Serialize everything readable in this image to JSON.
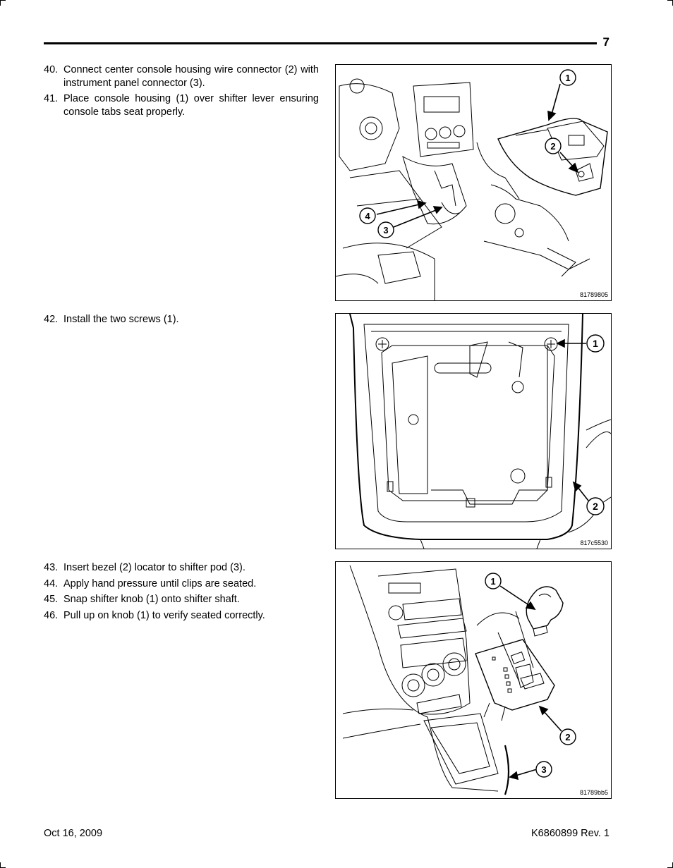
{
  "page_number": "7",
  "sections": [
    {
      "steps": [
        {
          "num": "40.",
          "text": "Connect center console housing wire connector (2) with instrument panel connector (3)."
        },
        {
          "num": "41.",
          "text": "Place console housing (1) over shifter lever ensuring console tabs seat properly."
        }
      ],
      "figure": {
        "code": "81789805",
        "callouts": [
          "1",
          "2",
          "3",
          "4"
        ]
      }
    },
    {
      "steps": [
        {
          "num": "42.",
          "text": "Install the two screws (1)."
        }
      ],
      "figure": {
        "code": "817c5530",
        "callouts": [
          "1",
          "2"
        ]
      }
    },
    {
      "steps": [
        {
          "num": "43.",
          "text": "Insert bezel (2) locator to shifter pod (3)."
        },
        {
          "num": "44.",
          "text": "Apply hand pressure until clips are seated."
        },
        {
          "num": "45.",
          "text": "Snap shifter knob (1) onto shifter shaft."
        },
        {
          "num": "46.",
          "text": "Pull up on knob (1) to verify seated correctly."
        }
      ],
      "figure": {
        "code": "81789bb5",
        "callouts": [
          "1",
          "2",
          "3"
        ]
      }
    }
  ],
  "footer": {
    "date": "Oct 16, 2009",
    "doc_id": "K6860899 Rev. 1"
  }
}
